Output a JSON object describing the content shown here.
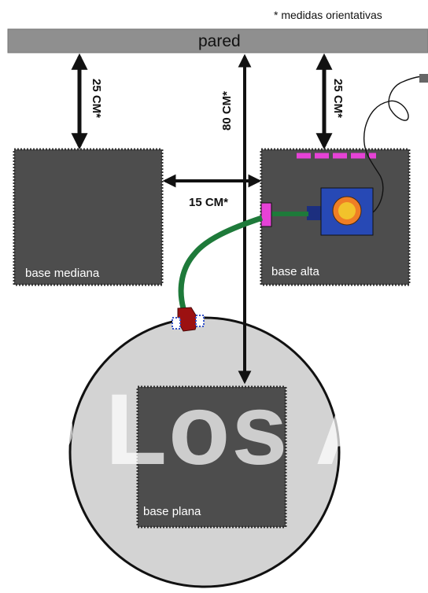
{
  "note": "* medidas orientativas",
  "wall": {
    "label": "pared"
  },
  "measurements": {
    "left_to_wall": "25 CM*",
    "center_to_wall": "80 CM*",
    "right_to_wall": "25 CM*",
    "between_bases": "15 CM*"
  },
  "bases": {
    "mediana": "base mediana",
    "alta": "base alta",
    "plana": "base plana"
  },
  "watermark": "© Los Al",
  "colors": {
    "wall": "#8f8f8f",
    "base": "#4d4d4d",
    "pool": "#d3d3d3",
    "hose": "#1e7a3a",
    "pump": "#2749b5",
    "pump_outlet": "#f2c22b",
    "connector": "#e642d6",
    "valve": "#9c1111"
  }
}
